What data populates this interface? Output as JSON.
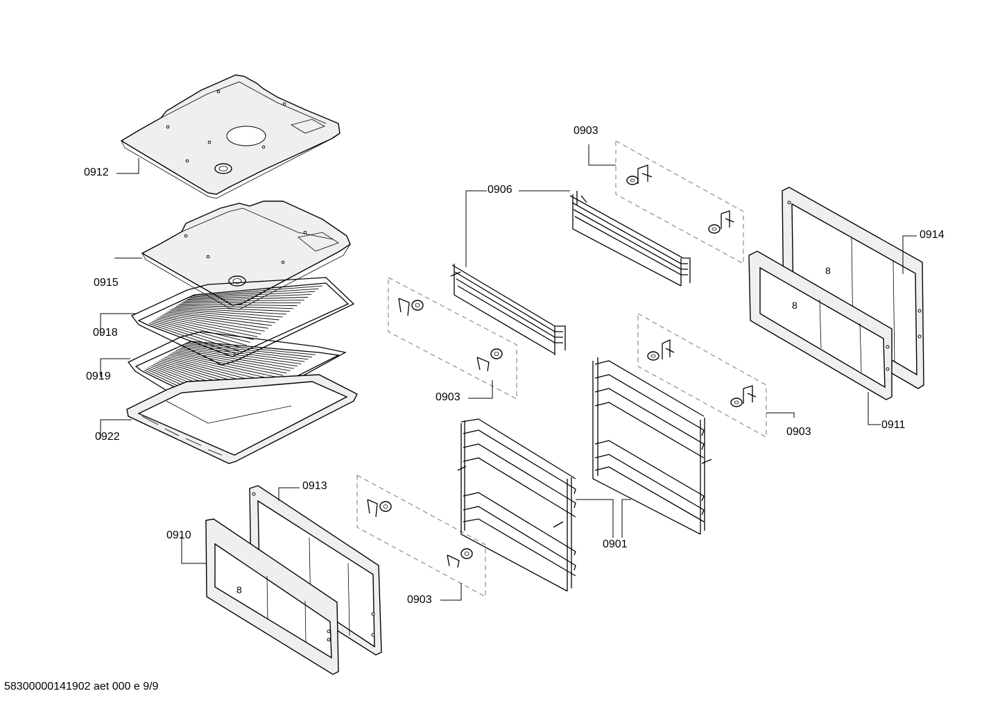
{
  "labels": {
    "p0912": "0912",
    "p0915": "0915",
    "p0918": "0918",
    "p0919": "0919",
    "p0922": "0922",
    "p0913": "0913",
    "p0910": "0910",
    "p0906": "0906",
    "p0903_a": "0903",
    "p0903_b": "0903",
    "p0903_c": "0903",
    "p0903_d": "0903",
    "p0914": "0914",
    "p0911": "0911",
    "p0901": "0901"
  },
  "footer": "58300000141902 aet 000 e 9/9"
}
